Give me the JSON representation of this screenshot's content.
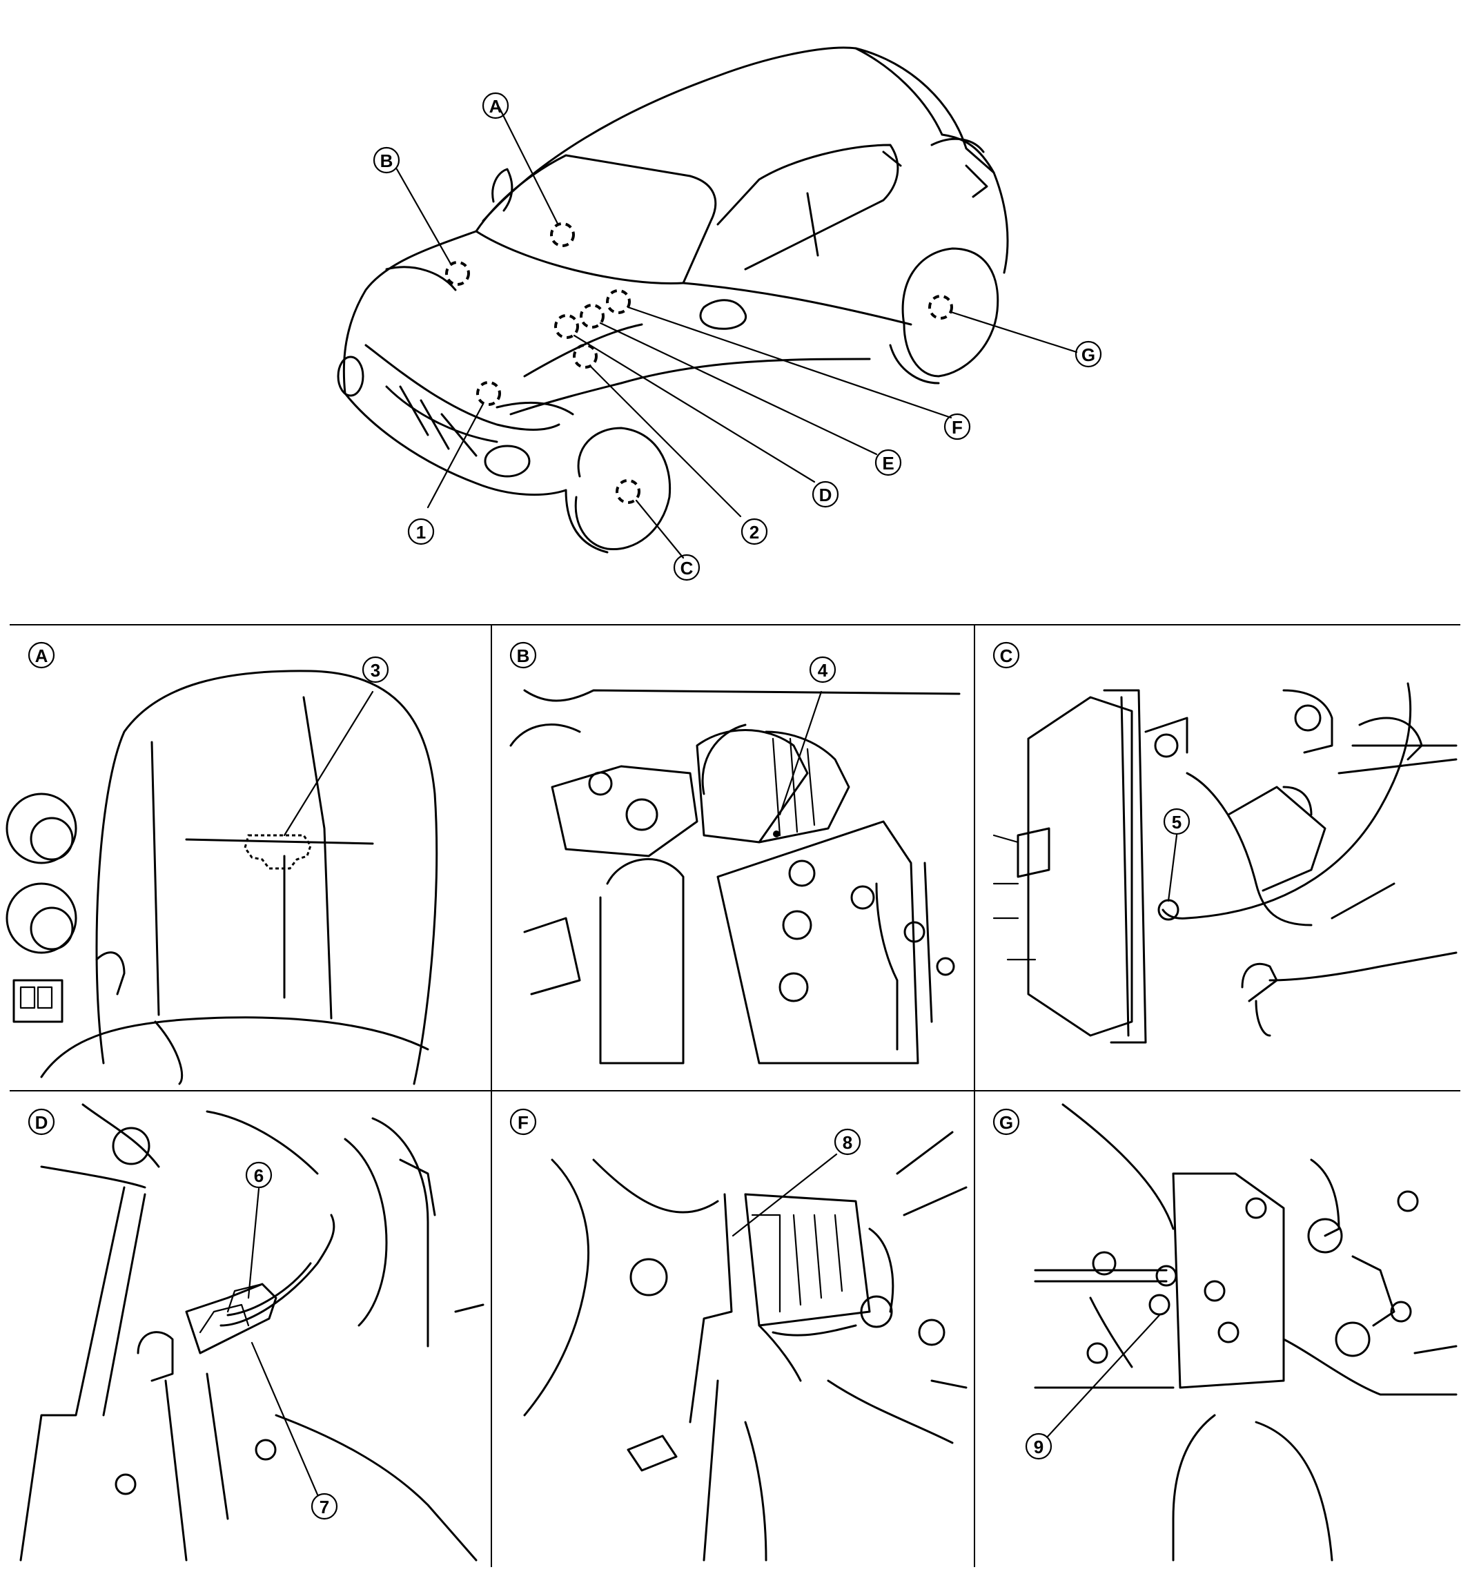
{
  "vehicle_callouts": {
    "A": "A",
    "B": "B",
    "C": "C",
    "D": "D",
    "E": "E",
    "F": "F",
    "G": "G",
    "n1": "1",
    "n2": "2"
  },
  "panels": {
    "A": {
      "label": "A",
      "callouts": [
        "3"
      ]
    },
    "B": {
      "label": "B",
      "callouts": [
        "4"
      ]
    },
    "C": {
      "label": "C",
      "callouts": [
        "5"
      ]
    },
    "D": {
      "label": "D",
      "callouts": [
        "6",
        "7"
      ]
    },
    "F": {
      "label": "F",
      "callouts": [
        "8"
      ]
    },
    "G": {
      "label": "G",
      "callouts": [
        "9"
      ]
    }
  }
}
